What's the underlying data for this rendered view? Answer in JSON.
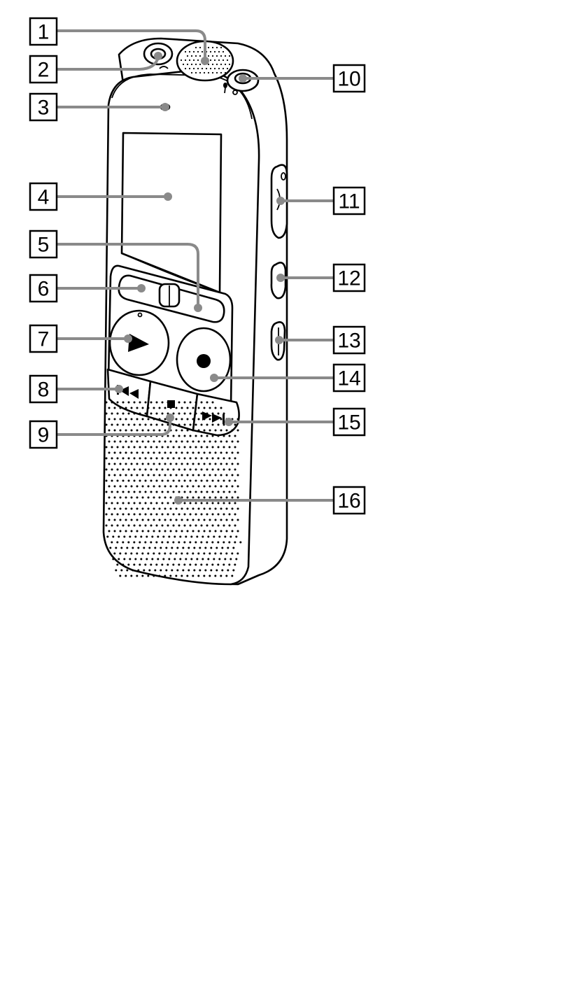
{
  "callouts": [
    {
      "id": 1,
      "label": "1"
    },
    {
      "id": 2,
      "label": "2"
    },
    {
      "id": 3,
      "label": "3"
    },
    {
      "id": 4,
      "label": "4"
    },
    {
      "id": 5,
      "label": "5"
    },
    {
      "id": 6,
      "label": "6"
    },
    {
      "id": 7,
      "label": "7"
    },
    {
      "id": 8,
      "label": "8"
    },
    {
      "id": 9,
      "label": "9"
    },
    {
      "id": 10,
      "label": "10"
    },
    {
      "id": 11,
      "label": "11"
    },
    {
      "id": 12,
      "label": "12"
    },
    {
      "id": 13,
      "label": "13"
    },
    {
      "id": 14,
      "label": "14"
    },
    {
      "id": 15,
      "label": "15"
    },
    {
      "id": 16,
      "label": "16"
    }
  ],
  "icons": {
    "play": "play-icon",
    "record": "record-icon",
    "stop": "stop-icon",
    "rewind": "rewind-icon",
    "fast_forward": "fast-forward-icon",
    "headphone": "headphone-icon",
    "microphone": "microphone-icon"
  },
  "colors": {
    "outline": "#000000",
    "leader": "#8a8a8a",
    "background": "#ffffff"
  }
}
